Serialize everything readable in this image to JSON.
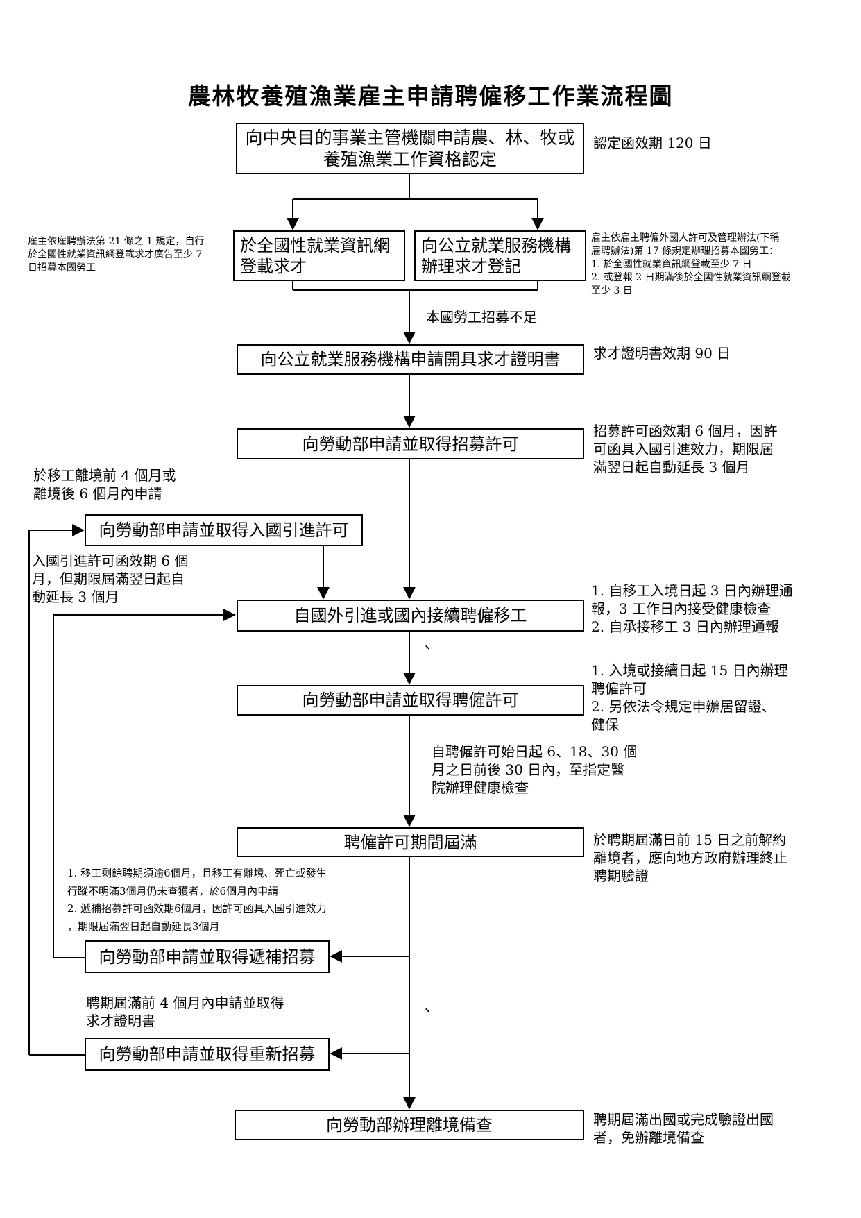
{
  "title": "農林牧養殖漁業雇主申請聘僱移工作業流程圖",
  "boxes": {
    "b1": "向中央目的事業主管機關申請農、林、牧或養殖漁業工作資格認定",
    "b2": "於全國性就業資訊網登載求才",
    "b3": "向公立就業服務機構辦理求才登記",
    "b4": "向公立就業服務機構申請開具求才證明書",
    "b5": "向勞動部申請並取得招募許可",
    "b6": "向勞動部申請並取得入國引進許可",
    "b7": "自國外引進或國內接續聘僱移工",
    "b8": "向勞動部申請並取得聘僱許可",
    "b9": "聘僱許可期間屆滿",
    "b10": "向勞動部申請並取得遞補招募",
    "b11": "向勞動部申請並取得重新招募",
    "b12": "向勞動部辦理離境備查"
  },
  "notes": {
    "n1": "認定函效期 120 日",
    "n2": "雇主依雇聘辦法第 21 條之 1 規定，自行\n於全國性就業資訊網登載求才廣告至少 7\n日招募本國勞工",
    "n3": "雇主依雇主聘僱外國人許可及管理辦法(下稱\n雇聘辦法)第 17 條規定辦理招募本國勞工：\n1. 於全國性就業資訊網登載至少 7 日\n2. 或登報 2 日期滿後於全國性就業資訊網登載\n    至少 3 日",
    "n4": "本國勞工招募不足",
    "n5": "求才證明書效期 90 日",
    "n6": "招募許可函效期 6 個月，因許\n可函具入國引進效力，期限屆\n滿翌日起自動延長 3 個月",
    "n7": "於移工離境前  4  個月或\n離境後 6 個月內申請",
    "n8": "入國引進許可函效期  6  個\n月，但期限屆滿翌日起自\n動延長 3 個月",
    "n9": "1.  自移工入境日起 3 日內辦理通\n     報，3 工作日內接受健康檢查\n2.  自承接移工 3 日內辦理通報",
    "n10": "1.  入境或接續日起 15 日內辦理\n     聘僱許可\n2.  另依法令規定申辦居留證、\n     健保",
    "n11": "自聘僱許可始日起 6、18、30 個\n月之日前後  30  日內，至指定醫\n院辦理健康檢查",
    "n12": "於聘期屆滿日前 15 日之前解約\n離境者，應向地方政府辦理終止\n聘期驗證",
    "n13": "1.     移工剩餘聘期須逾6個月，且移工有離境、死亡或發生\n        行蹤不明滿3個月仍未查獲者，於6個月內申請\n2.     遞補招募許可函效期6個月，因許可函具入國引進效力\n        ，期限屆滿翌日起自動延長3個月",
    "n14": "聘期屆滿前  4  個月內申請並取得\n求才證明書",
    "n15": "聘期屆滿出國或完成驗證出國\n者，免辦離境備查",
    "mark1": "、",
    "mark2": "、"
  }
}
